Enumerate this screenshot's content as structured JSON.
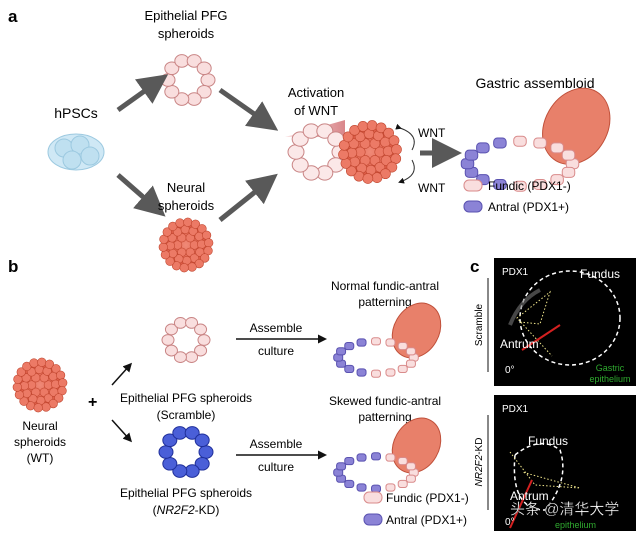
{
  "panel_a": {
    "label": "a",
    "hpscs": "hPSCs",
    "epithelial_line1": "Epithelial PFG",
    "epithelial_line2": "spheroids",
    "neural_line1": "Neural",
    "neural_line2": "spheroids",
    "activation_line1": "Activation",
    "activation_line2": "of WNT",
    "wnt_top": "WNT",
    "wnt_bottom": "WNT",
    "assembloid_title": "Gastric assembloid",
    "legend_fundic": "Fundic (PDX1-)",
    "legend_antral": "Antral (PDX1+)"
  },
  "panel_b": {
    "label": "b",
    "neural_line1": "Neural",
    "neural_line2": "spheroids",
    "neural_line3": "(WT)",
    "plus": "+",
    "scramble_line1": "Epithelial PFG spheroids",
    "scramble_line2": "(Scramble)",
    "kd_line1": "Epithelial PFG spheroids",
    "kd_line2_italic": "NR2F2",
    "kd_line2_rest": "-KD)",
    "assemble_top_1": "Assemble",
    "assemble_top_2": "culture",
    "assemble_bottom_1": "Assemble",
    "assemble_bottom_2": "culture",
    "normal_line1": "Normal fundic-antral",
    "normal_line2": "patterning",
    "skewed_line1": "Skewed fundic-antral",
    "skewed_line2": "patterning",
    "legend_fundic": "Fundic (PDX1-)",
    "legend_antral": "Antral (PDX1+)"
  },
  "panel_c": {
    "label": "c",
    "top": {
      "stain": "PDX1",
      "condition": "Scramble",
      "fundus": "Fundus",
      "antrum": "Antrum",
      "angle": "0°",
      "epithelium_1": "Gastric",
      "epithelium_2": "epithelium"
    },
    "bottom": {
      "stain": "PDX1",
      "condition_italic": "NR2F2",
      "condition_rest": "-KD",
      "fundus": "Fundus",
      "antrum": "Antrum",
      "angle": "0°",
      "epithelium_2": "epithelium"
    }
  },
  "watermark": "头条 @清华大学",
  "colors": {
    "fundic": "#f4c6c4",
    "antral": "#8b83d6",
    "neural": "#e8725c",
    "epithelial": "#f9dede",
    "hpsc": "#bfe0f0",
    "arrow": "#595959",
    "epithelium_text": "#2faa2f",
    "red_marker": "#d42020"
  }
}
